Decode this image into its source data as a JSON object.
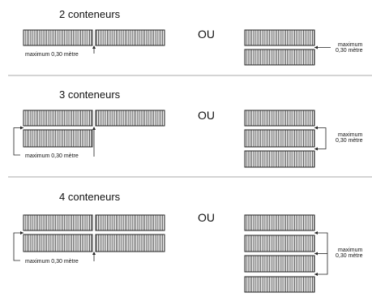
{
  "sections": [
    {
      "title": "2 conteneurs",
      "or_label": "OU",
      "left_note": "maximum 0,30 mètre",
      "right_note_line1": "maximum",
      "right_note_line2": "0,30 mètre"
    },
    {
      "title": "3 conteneurs",
      "or_label": "OU",
      "left_note": "maximum 0,30 mètre",
      "right_note_line1": "maximum",
      "right_note_line2": "0,30 mètre"
    },
    {
      "title": "4 conteneurs",
      "or_label": "OU",
      "left_note": "maximum 0,30 mètre",
      "right_note_line1": "maximum",
      "right_note_line2": "0,30 mètre"
    }
  ],
  "colors": {
    "stroke": "#222222",
    "separator": "#aaaaaa",
    "background": "#ffffff"
  }
}
